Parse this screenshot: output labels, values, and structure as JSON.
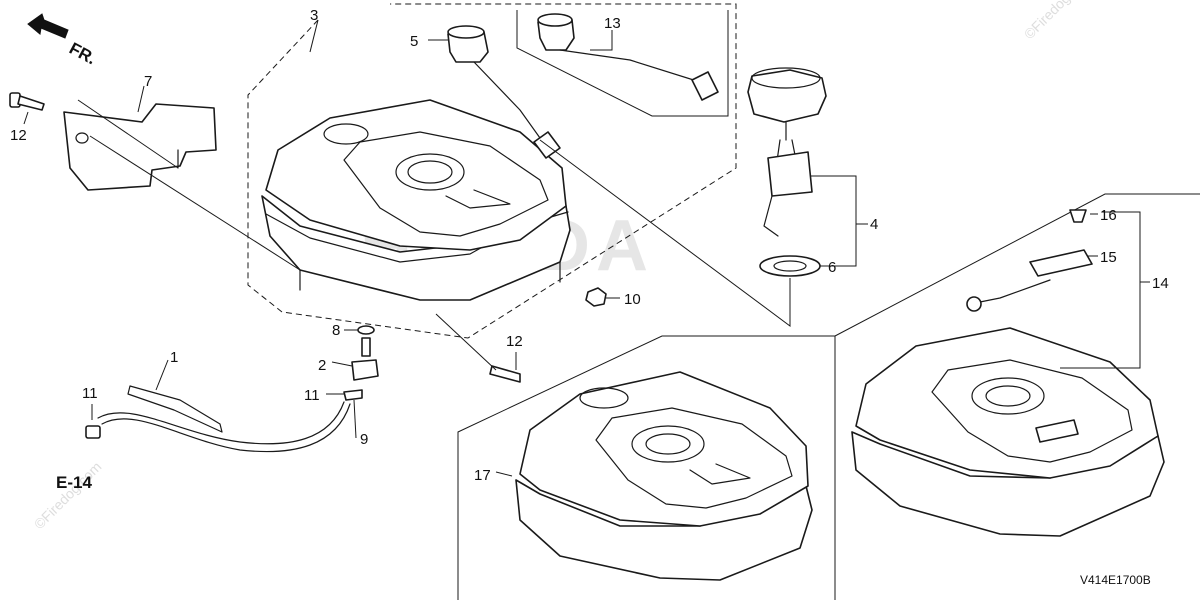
{
  "direction_label": "FR.",
  "reference_label": "E-14",
  "drawing_code": "V414E1700B",
  "watermark": "©Firedog.com",
  "brand_watermark": "HONDA",
  "callouts": [
    "1",
    "2",
    "3",
    "4",
    "5",
    "6",
    "7",
    "8",
    "9",
    "10",
    "11",
    "11",
    "12",
    "12",
    "13",
    "14",
    "15",
    "16",
    "17"
  ],
  "colors": {
    "line": "#1a1a1a",
    "background": "#ffffff",
    "watermark": "#c8c8c8"
  }
}
